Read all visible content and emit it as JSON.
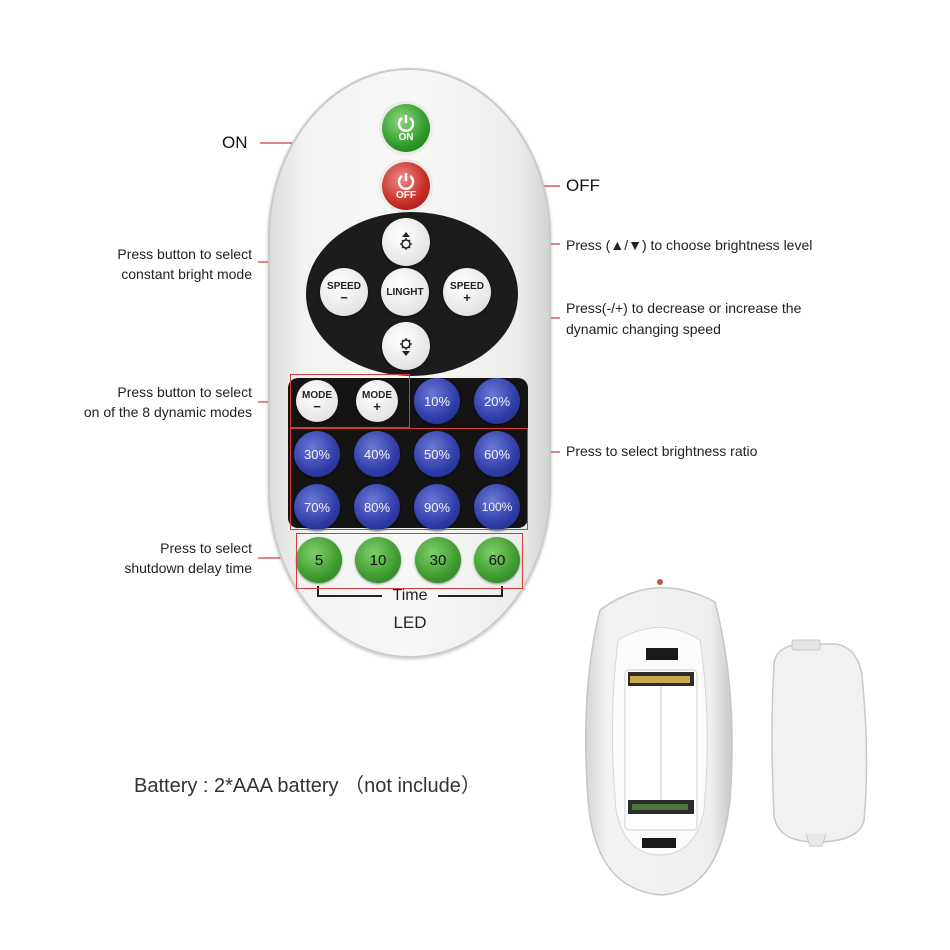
{
  "labels": {
    "on": "ON",
    "off": "OFF",
    "constant_1": "Press button to select",
    "constant_2": "constant bright mode",
    "brightness_level": "Press (▲/▼) to choose brightness level",
    "speed_1": "Press(-/+) to decrease or increase the",
    "speed_2": "dynamic changing speed",
    "mode_1": "Press button to select",
    "mode_2": "on of the 8 dynamic modes",
    "ratio": "Press to select brightness ratio",
    "delay_1": "Press to select",
    "delay_2": "shutdown delay time",
    "battery": "Battery : 2*AAA battery （not include）"
  },
  "remote": {
    "on_btn": "ON",
    "off_btn": "OFF",
    "center_btn": "LINGHT",
    "speed_minus_1": "SPEED",
    "speed_minus_2": "−",
    "speed_plus_1": "SPEED",
    "speed_plus_2": "+",
    "mode_minus_1": "MODE",
    "mode_minus_2": "−",
    "mode_plus_1": "MODE",
    "mode_plus_2": "+",
    "percent": [
      "10%",
      "20%",
      "30%",
      "40%",
      "50%",
      "60%",
      "70%",
      "80%",
      "90%",
      "100%"
    ],
    "delay": [
      "5",
      "10",
      "30",
      "60"
    ],
    "time_label": "Time",
    "brand": "LED"
  },
  "colors": {
    "annotation_line": "#d8363a",
    "power_on": "#2f9a2a",
    "power_off": "#c52c25",
    "percent_button": "#2f3ca8",
    "delay_button": "#3e9a2e"
  },
  "icons": [
    "power-icon",
    "sun-up-icon",
    "sun-down-icon"
  ]
}
